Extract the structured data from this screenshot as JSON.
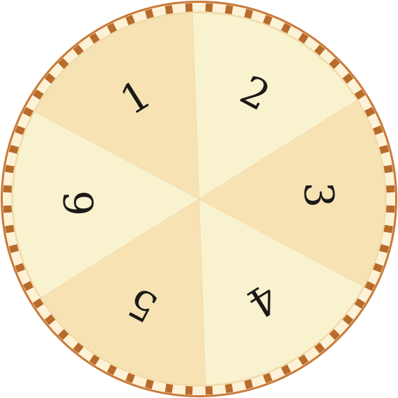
{
  "wheel": {
    "segments": [
      {
        "label": "1",
        "color": "#f7e2b3"
      },
      {
        "label": "2",
        "color": "#f9f2cf"
      },
      {
        "label": "3",
        "color": "#f7e2b3"
      },
      {
        "label": "4",
        "color": "#f9f2cf"
      },
      {
        "label": "5",
        "color": "#f7e2b3"
      },
      {
        "label": "6",
        "color": "#f9f2cf"
      }
    ],
    "colors": {
      "rim_outer": "#c87a3a",
      "rim_fill": "#fdf1d6",
      "rim_tick": "#b86b2a",
      "rim_inner_line": "#efd9a8",
      "number": "#1a1a1a"
    }
  }
}
